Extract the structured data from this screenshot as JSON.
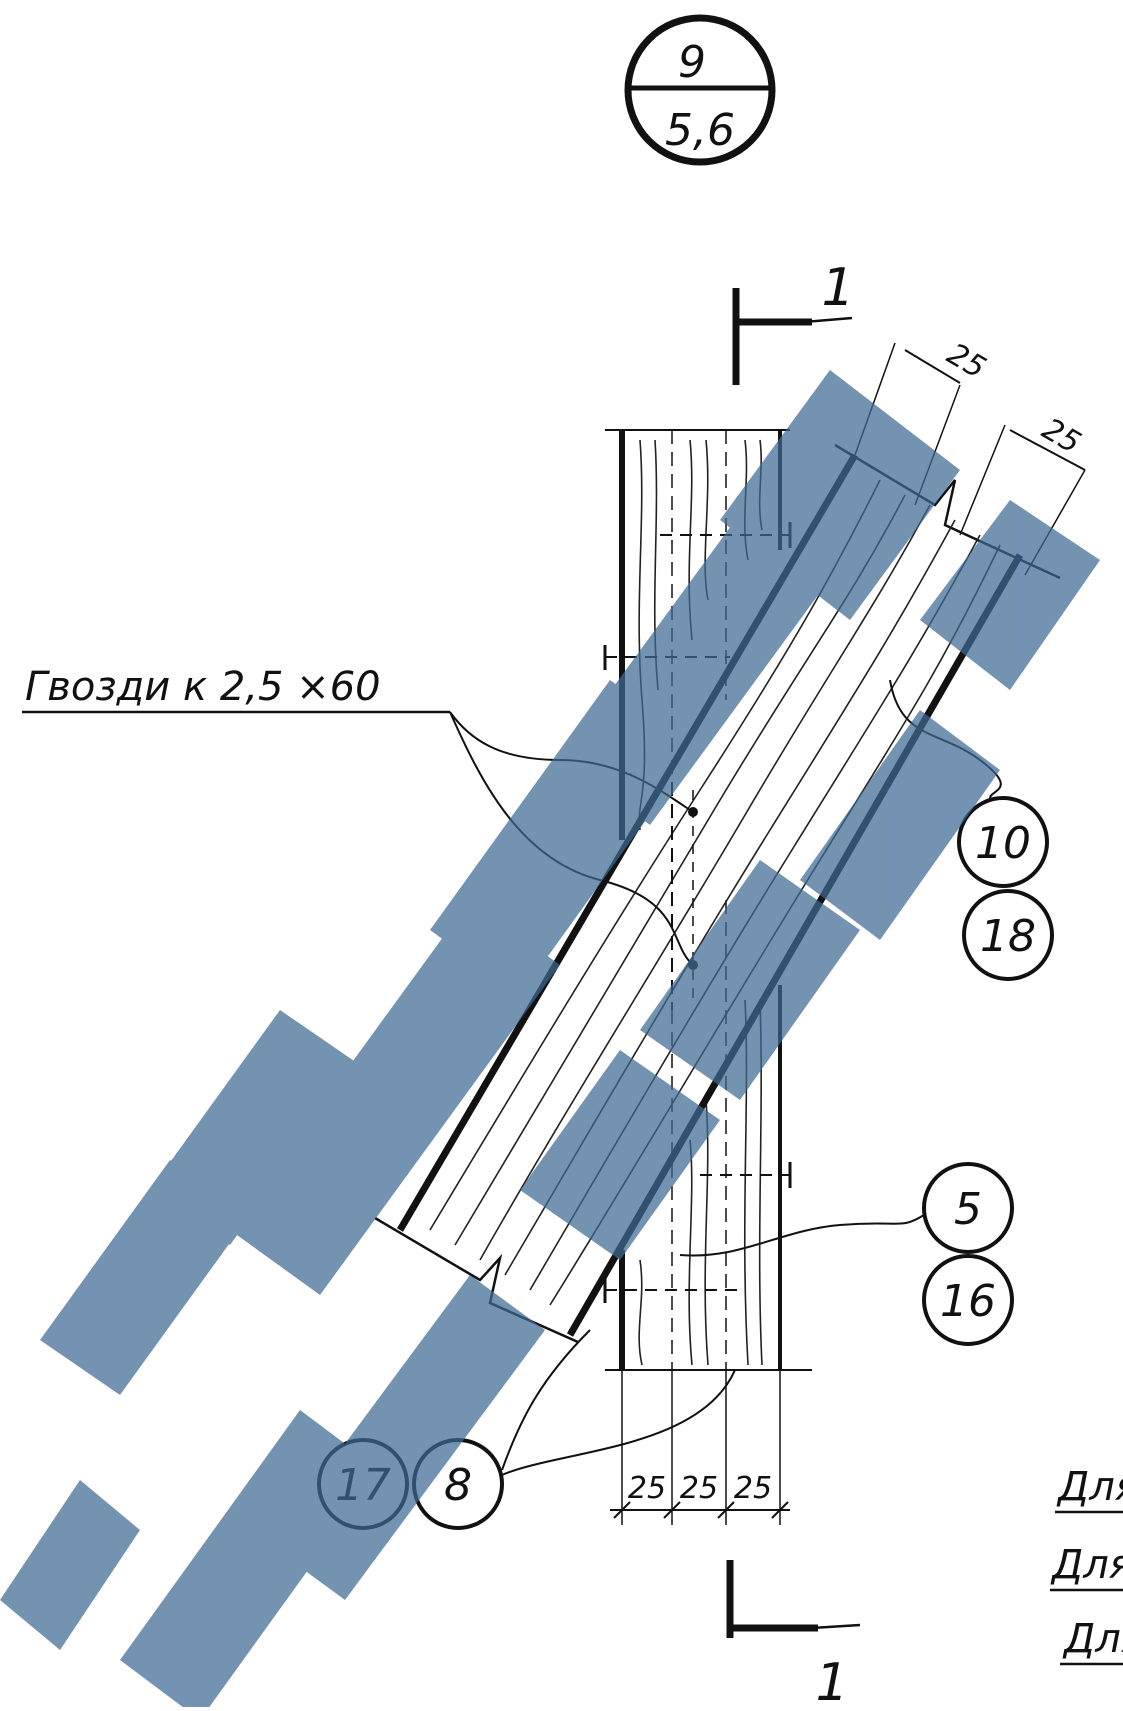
{
  "drawing": {
    "view_marker": {
      "top": "9",
      "bottom": "5,6"
    },
    "section_mark_top": "1",
    "section_mark_bottom": "1",
    "nail_note": "Гвозди к 2,5 ×60",
    "dimensions": {
      "diagonal_1": "25",
      "diagonal_2": "25",
      "bottom": [
        "25",
        "25",
        "25"
      ]
    },
    "callouts": {
      "c10": "10",
      "c18": "18",
      "c5": "5",
      "c16": "16",
      "c17": "17",
      "c8": "8"
    },
    "side_notes": [
      "Для",
      "Для",
      "Для"
    ]
  },
  "watermark": {
    "color": "#3f6a94"
  }
}
